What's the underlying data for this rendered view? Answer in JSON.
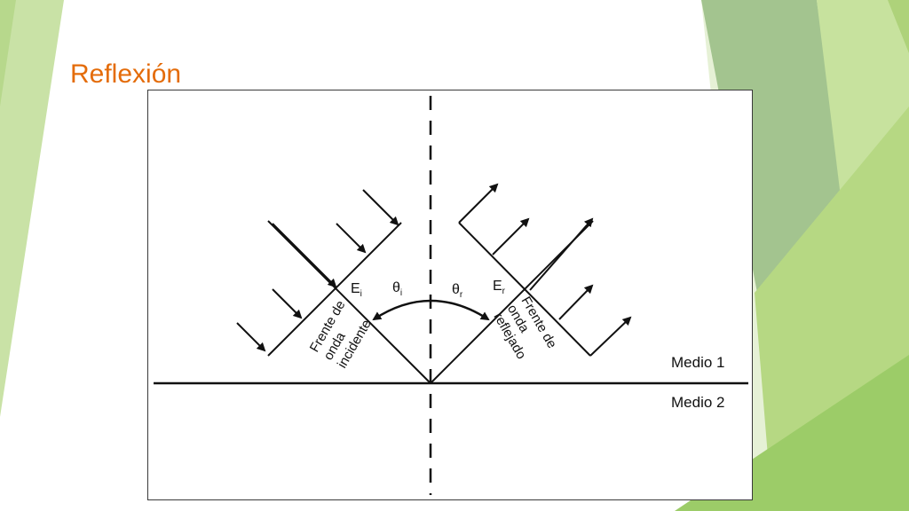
{
  "slide": {
    "title": "Reflexión",
    "colors": {
      "title": "#e46c0a",
      "deco_light": "#c5e0a0",
      "deco_mid": "#a9cf7d",
      "deco_dark": "#9fbf8f"
    }
  },
  "diagram": {
    "labels": {
      "incident_field": "E",
      "incident_field_sub": "i",
      "reflected_field": "E",
      "reflected_field_sub": "r",
      "incident_angle": "θ",
      "incident_angle_sub": "i",
      "reflected_angle": "θ",
      "reflected_angle_sub": "r",
      "incident_front_line1": "Frente de",
      "incident_front_line2": "onda",
      "incident_front_line3": "incidente",
      "reflected_front_line1": "Frente de",
      "reflected_front_line2": "onda",
      "reflected_front_line3": "reflejado",
      "medium_1": "Medio 1",
      "medium_2": "Medio 2"
    }
  }
}
